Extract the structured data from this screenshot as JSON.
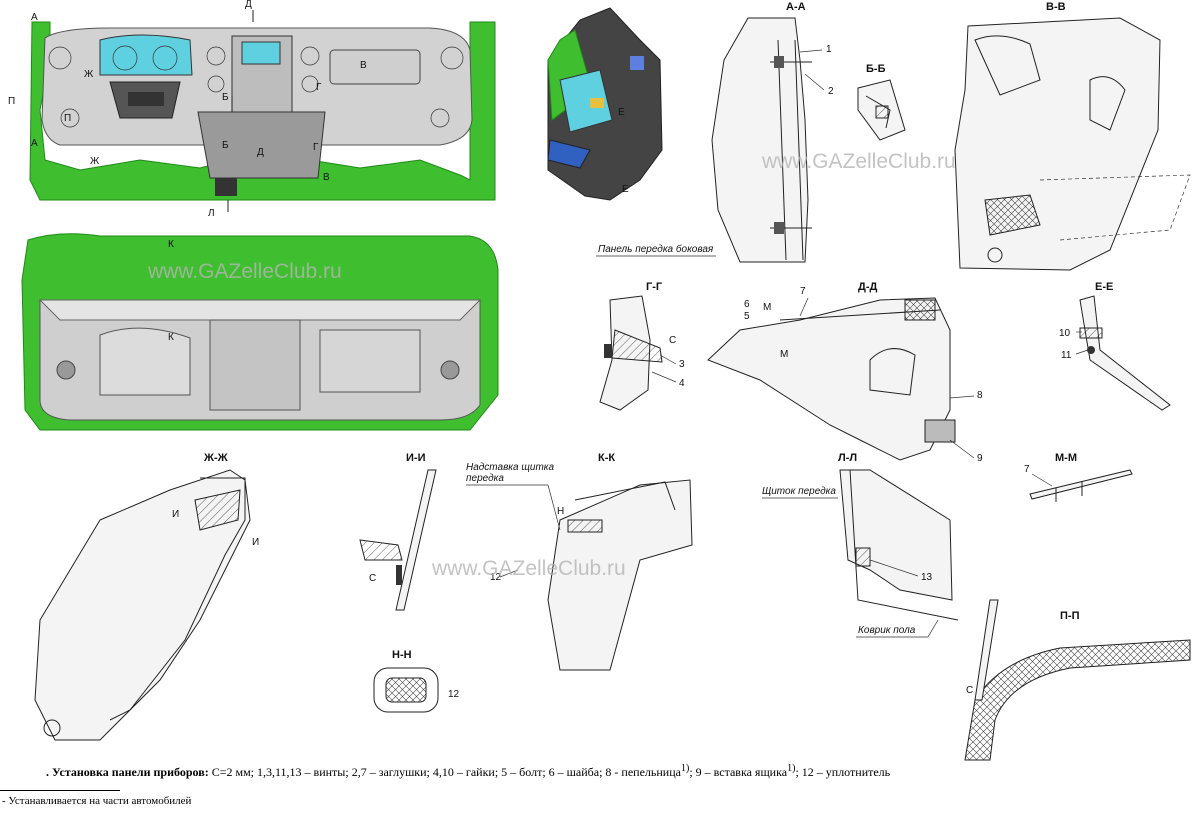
{
  "watermark": "www.GAZelleClub.ru",
  "views": {
    "top_cuts": {
      "a": "А",
      "d": "Д",
      "v": "В",
      "b": "Б",
      "g": "Г",
      "p": "П",
      "zh": "Ж",
      "l": "Л"
    },
    "bottom_cut": "К"
  },
  "sections": {
    "aa": "А-А",
    "bb": "Б-Б",
    "vv": "В-В",
    "gg": "Г-Г",
    "dd": "Д-Д",
    "ee": "Е-Е",
    "zhzh": "Ж-Ж",
    "ii": "И-И",
    "kk": "К-К",
    "ll": "Л-Л",
    "mm": "М-М",
    "nn": "Н-Н",
    "pp": "П-П"
  },
  "marks": {
    "e": "Е",
    "c": "С",
    "m": "М",
    "n": "Н",
    "i": "И"
  },
  "callouts": {
    "n1": "1",
    "n2": "2",
    "n3": "3",
    "n4": "4",
    "n5": "5",
    "n6": "6",
    "n7": "7",
    "n8": "8",
    "n9": "9",
    "n10": "10",
    "n11": "11",
    "n12": "12",
    "n13": "13"
  },
  "captions": {
    "side_panel": "Панель передка боковая",
    "front_extension_1": "Надставка щитка",
    "front_extension_2": "передка",
    "front_shield": "Щиток передка",
    "floor_mat": "Коврик пола"
  },
  "figure_caption": {
    "title": ". Установка панели приборов:",
    "body_1": " С=2 мм; 1,3,11,13 – винты; 2,7 – заглушки; 4,10 – гайки; 5 – болт; 6 – шайба;  8  - пепельница",
    "sup": "1)",
    "body_2": "; 9 – вставка ящика",
    "body_3": "; 12 – уплотнитель"
  },
  "footnote": "- Устанавливается на части автомобилей",
  "colors": {
    "body_green": "#3fbf2f",
    "body_green_dark": "#1f8a17",
    "panel_gray": "#c9c9c9",
    "display_cyan": "#5fd0e0"
  }
}
